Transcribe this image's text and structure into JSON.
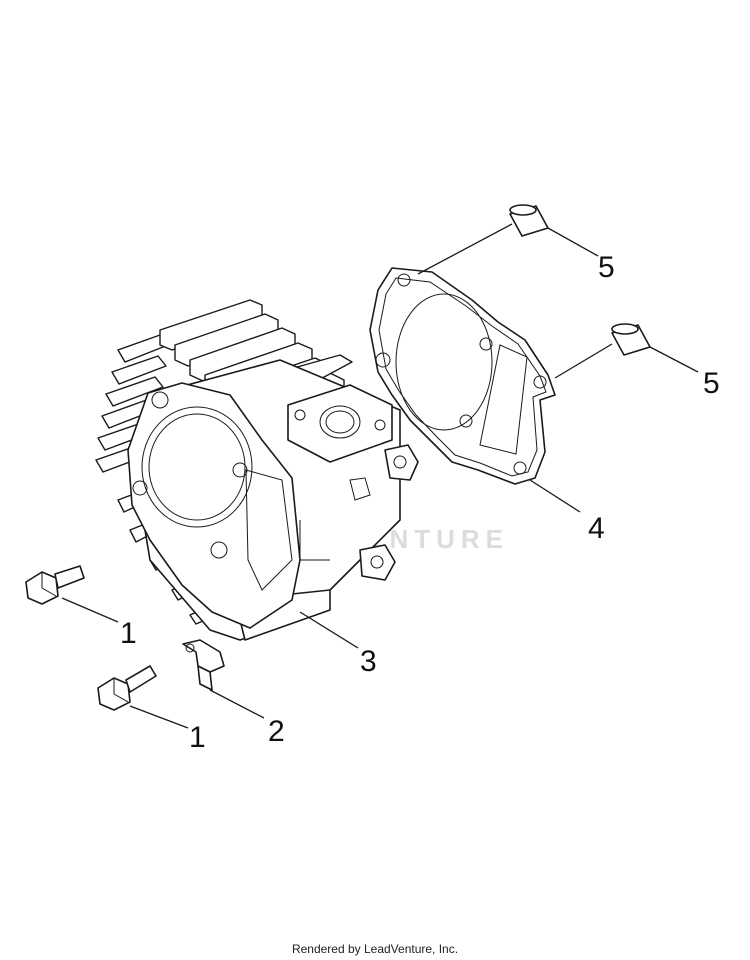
{
  "callouts": {
    "c1a": "1",
    "c1b": "1",
    "c2": "2",
    "c3": "3",
    "c4": "4",
    "c5a": "5",
    "c5b": "5"
  },
  "watermark": "LEADVENTURE",
  "footer": "Rendered by LeadVenture, Inc."
}
